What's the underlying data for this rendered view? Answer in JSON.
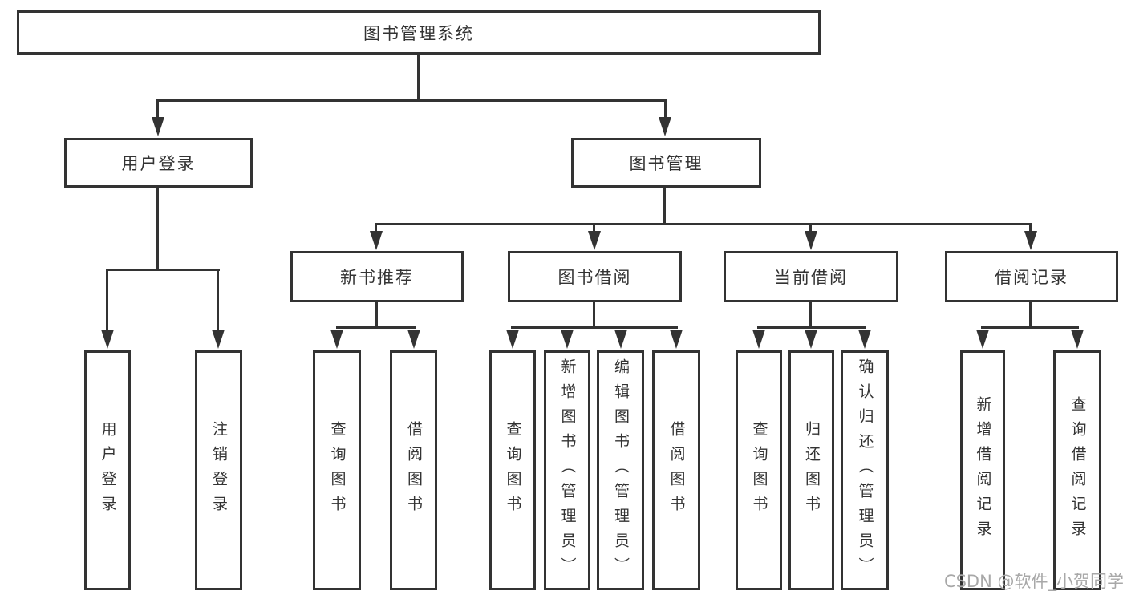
{
  "diagram": {
    "watermark": "CSDN @软件_小贺同学",
    "colors": {
      "line": "#333333",
      "text": "#333333",
      "background": "#ffffff",
      "watermark": "#a8a8a8"
    },
    "nodes": {
      "root": "图书管理系统",
      "user_login": "用户登录",
      "book_mgmt": "图书管理",
      "new_book": "新书推荐",
      "book_borrow": "图书借阅",
      "current_borrow": "当前借阅",
      "borrow_records": "借阅记录",
      "ul_login": "用户登录",
      "ul_logout": "注销登录",
      "nb_query": "查询图书",
      "nb_borrow": "借阅图书",
      "bb_query": "查询图书",
      "bb_add": "新增图书（管理员）",
      "bb_edit": "编辑图书（管理员）",
      "bb_borrow": "借阅图书",
      "cb_query": "查询图书",
      "cb_return": "归还图书",
      "cb_confirm": "确认归还（管理员）",
      "br_add": "新增借阅记录",
      "br_query": "查询借阅记录"
    }
  }
}
